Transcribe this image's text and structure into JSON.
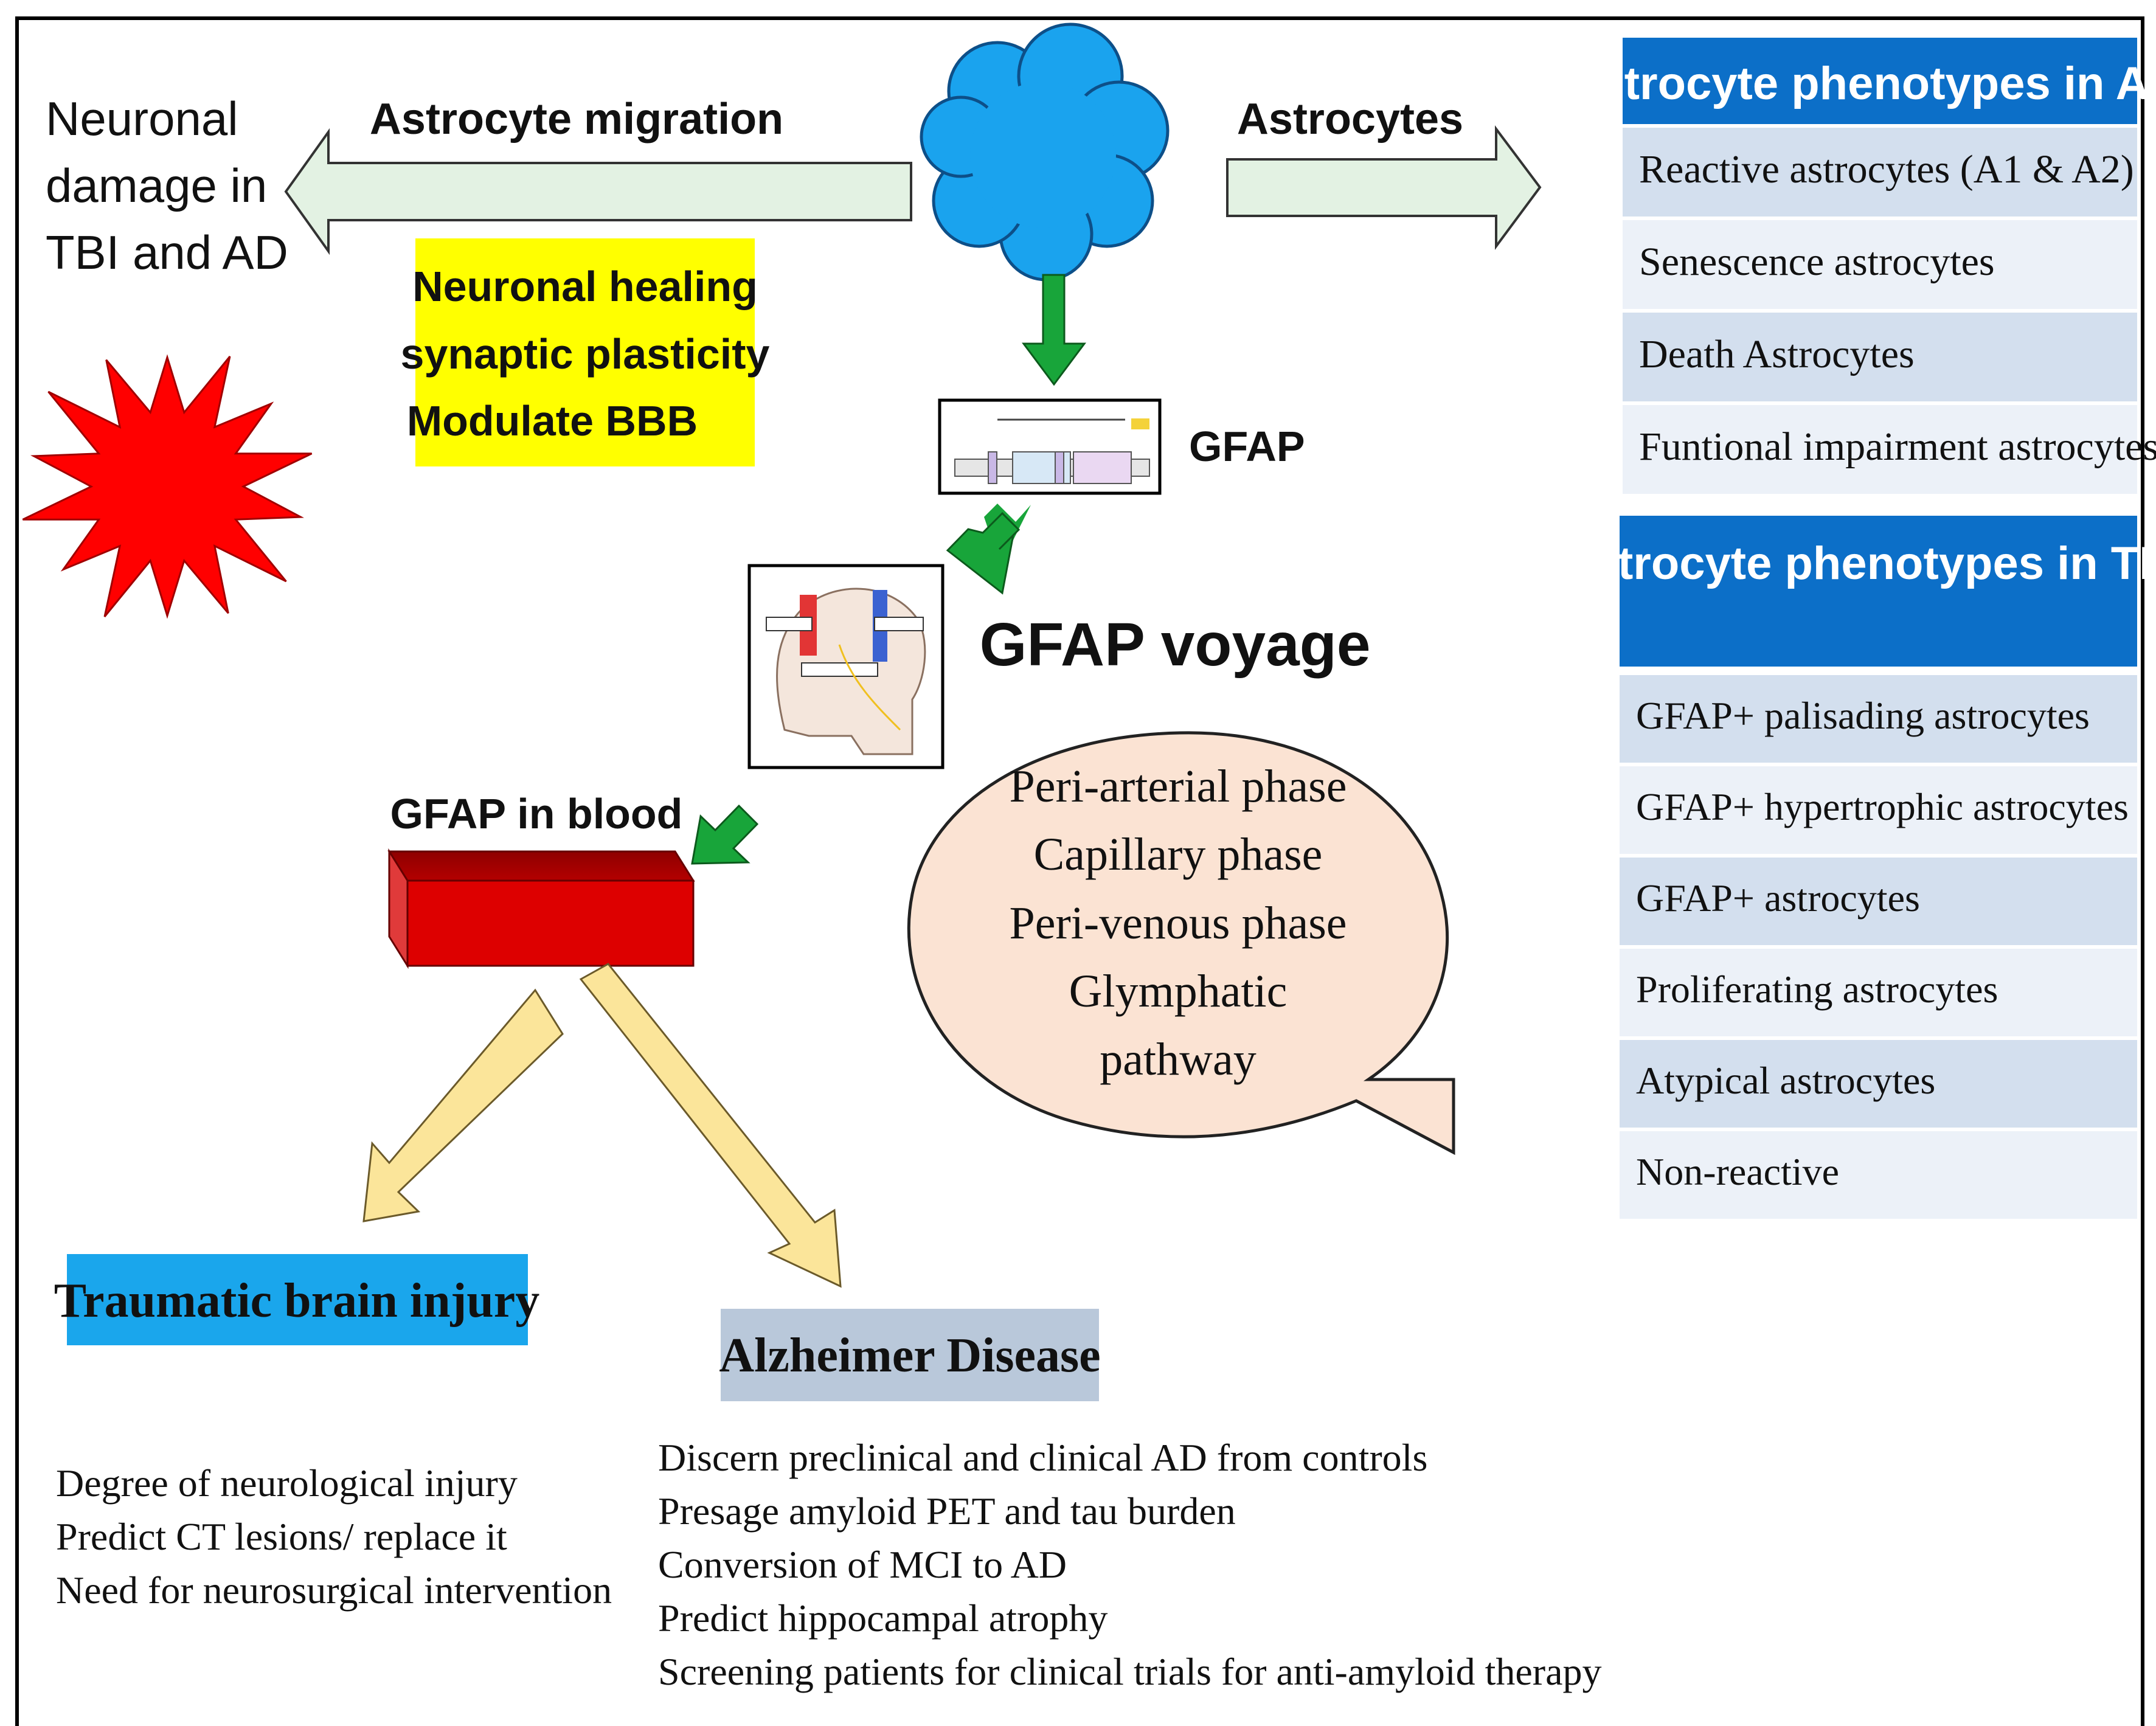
{
  "left": {
    "neuronal_damage": [
      "Neuronal",
      "damage in",
      "TBI and AD"
    ],
    "migration_label": "Astrocyte migration",
    "healing_box": [
      "Neuronal healing",
      "synaptic plasticity",
      "Modulate BBB"
    ]
  },
  "center": {
    "astrocytes_label": "Astrocytes",
    "gfap_label": "GFAP",
    "gfap_in_blood_label": "GFAP in blood",
    "voyage_title": "GFAP voyage",
    "voyage_phases": [
      "Peri-arterial phase",
      "Capillary phase",
      "Peri-venous phase",
      "Glymphatic",
      "pathway"
    ]
  },
  "phenotypes_ad": {
    "header": "Astrocyte phenotypes in AD",
    "items": [
      "Reactive astrocytes (A1 & A2)",
      "Senescence astrocytes",
      "Death Astrocytes",
      "Funtional impairment astrocytes"
    ]
  },
  "phenotypes_tbi": {
    "header": "Astrocyte phenotypes in TBI",
    "items": [
      "GFAP+ palisading astrocytes",
      "GFAP+ hypertrophic astrocytes",
      "GFAP+ astrocytes",
      "Proliferating astrocytes",
      "Atypical astrocytes",
      "Non-reactive"
    ]
  },
  "tbi": {
    "label": "Traumatic brain injury",
    "items": [
      "Degree of neurological injury",
      "Predict CT lesions/ replace it",
      "Need for neurosurgical intervention"
    ]
  },
  "ad": {
    "label": "Alzheimer Disease",
    "items": [
      "Discern preclinical and clinical AD from controls",
      "Presage amyloid PET and tau burden",
      "Conversion of MCI to AD",
      "Predict hippocampal atrophy",
      "Screening patients for clinical trials for anti-amyloid therapy"
    ]
  },
  "colors": {
    "light_green": "#e3f2e3",
    "green_arrow": "#18a53a",
    "cloud_blue": "#1aa3ee",
    "yellow": "#ffff00",
    "red": "#ff0000",
    "dark_red": "#d10000",
    "peach": "#fbe3d3",
    "pale_yellow": "#fbe59a",
    "header_blue": "#0c6fc8",
    "row_blue": "#d3dfee",
    "row_pale": "#ecf1f8",
    "tbi_blue": "#1aa6ec",
    "ad_grey": "#b9c8da"
  }
}
